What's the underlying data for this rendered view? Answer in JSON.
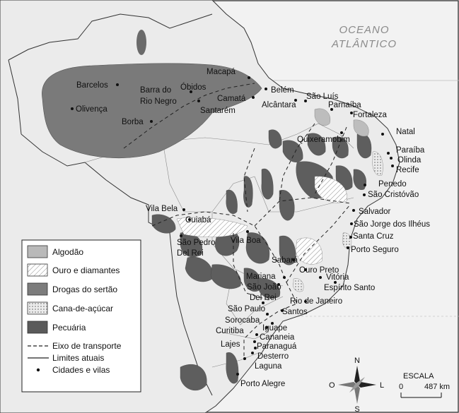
{
  "ocean_label": [
    "OCEANO",
    "ATLÂNTICO"
  ],
  "legend": {
    "items": [
      {
        "label": "Algodão",
        "swatch": "light-gray-fill",
        "color": "#b9b9b9"
      },
      {
        "label": "Ouro e diamantes",
        "swatch": "diagonal-hatch",
        "color": "#9a9a9a"
      },
      {
        "label": "Drogas do sertão",
        "swatch": "medium-gray-fill",
        "color": "#7c7c7c"
      },
      {
        "label": "Cana-de-açúcar",
        "swatch": "dotted-fill",
        "color": "#d9d9d9"
      },
      {
        "label": "Pecuária",
        "swatch": "dark-gray-fill",
        "color": "#5a5a5a"
      },
      {
        "label": "Eixo de transporte",
        "swatch": "dashed-line"
      },
      {
        "label": "Limites atuais",
        "swatch": "solid-line"
      },
      {
        "label": "Cidades e vilas",
        "swatch": "dot"
      }
    ]
  },
  "compass": {
    "n": "N",
    "s": "S",
    "e": "L",
    "w": "O"
  },
  "scale": {
    "title": "ESCALA",
    "start": "0",
    "end": "487 km"
  },
  "cities": {
    "macapa": "Macapá",
    "barcelos": "Barcelos",
    "barra_do": "Barra do",
    "rio_negro": "Rio Negro",
    "obidos": "Óbidos",
    "olivenca": "Olivença",
    "borba": "Borba",
    "santarem": "Santarém",
    "camata": "Camatá",
    "belem": "Belém",
    "alcantara": "Alcântara",
    "sao_luis": "São Luís",
    "parnaiba": "Parnaíba",
    "fortaleza": "Fortaleza",
    "natal": "Natal",
    "quixeramobim": "Quixeramobim",
    "paraiba": "Paraíba",
    "olinda": "Olinda",
    "recife": "Recife",
    "penedo": "Penedo",
    "sao_cristovao": "São Cristóvão",
    "salvador": "Salvador",
    "sao_jorge": "São Jorge dos Ilhéus",
    "santa_cruz": "Santa Cruz",
    "porto_seguro": "Porto Seguro",
    "vila_bela": "Vila Bela",
    "cuiaba": "Cuiabá",
    "sao_pedro": "São Pedro",
    "del_rei_1": "Del Rei",
    "vila_boa": "Vila Boa",
    "sabara": "Sabará",
    "ouro_preto": "Ouro Preto",
    "vitoria": "Vitória",
    "espirito_santo": "Espírito Santo",
    "mariana": "Mariana",
    "sao_joao": "São João",
    "del_rei_2": "Del Rei",
    "rio_de_janeiro": "Rio de Janeiro",
    "sao_paulo": "São Paulo",
    "sorocaba": "Sorocaba",
    "santos": "Santos",
    "curitiba": "Curitiba",
    "iguape": "Iguape",
    "cananeia": "Cananeia",
    "paranagua": "Paranaguá",
    "lajes": "Lajes",
    "desterro": "Desterro",
    "laguna": "Laguna",
    "porto_alegre": "Porto Alegre"
  }
}
